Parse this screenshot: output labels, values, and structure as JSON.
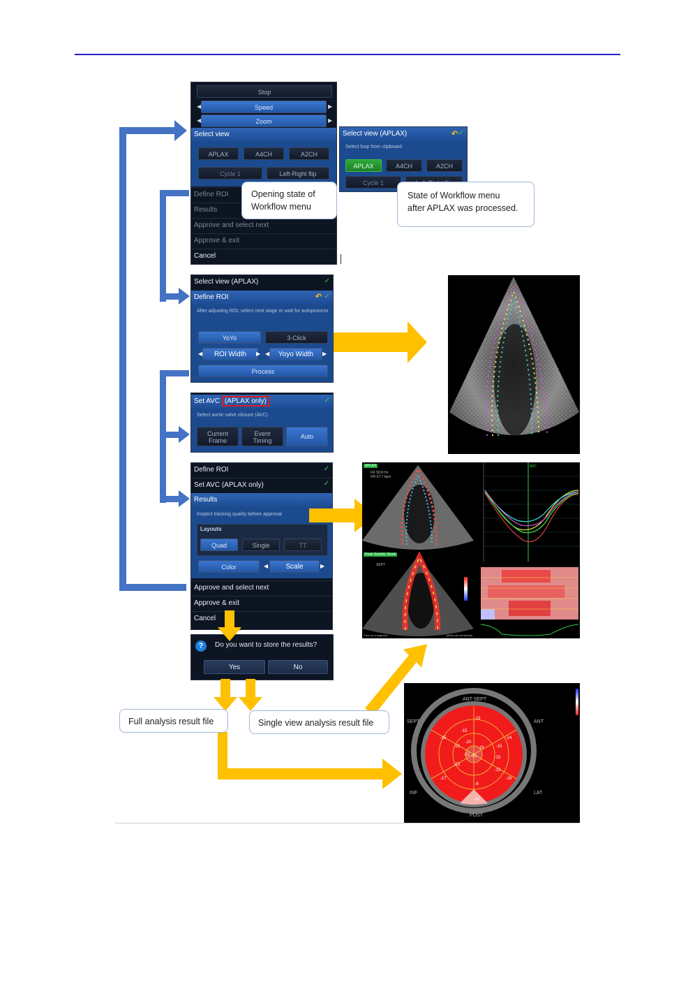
{
  "colors": {
    "flow_arrow": "#4472c4",
    "result_arrow": "#ffc000",
    "panel_bg": "#0d1523",
    "highlight": "#2f64b4",
    "check": "#3ad13a"
  },
  "panel1": {
    "stop": "Stop",
    "speed": "Speed",
    "zoom": "Zoom",
    "select_view": "Select view",
    "aplax": "APLAX",
    "a4ch": "A4CH",
    "a2ch": "A2CH",
    "cycle": "Cycle 1",
    "flip": "Left-Right flip",
    "define_roi": "Define ROI",
    "results": "Results",
    "approve_next": "Approve and select next",
    "approve_exit": "Approve & exit",
    "cancel": "Cancel"
  },
  "callout_opening": {
    "line1": "Opening state of",
    "line2": "Workflow menu"
  },
  "panel2": {
    "title": "Select view (APLAX)",
    "hint": "Select loop from clipboard",
    "aplax": "APLAX",
    "a4ch": "A4CH",
    "a2ch": "A2CH",
    "cycle": "Cycle 1",
    "flip": "Left-Right flip"
  },
  "callout_processed": {
    "line1": "State of Workflow menu",
    "line2": "after APLAX was processed."
  },
  "panel3": {
    "select_view": "Select view (APLAX)",
    "define_roi": "Define ROI",
    "hint": "After adjusting ROI, select next stage or wait for autoprocess",
    "yoyo": "YoYo",
    "click3": "3-Click",
    "roi_width": "ROI Width",
    "yoyo_width": "Yoyo Width",
    "process": "Process"
  },
  "panel4": {
    "title_a": "Set AVC ",
    "title_b": "(APLAX only)",
    "hint": "Select aortic valve closure (AVC)",
    "current_frame_1": "Current",
    "current_frame_2": "Frame",
    "event_timing_1": "Event",
    "event_timing_2": "Timing",
    "auto": "Auto"
  },
  "panel5": {
    "define_roi": "Define ROI",
    "set_avc": "Set AVC (APLAX only)",
    "results": "Results",
    "hint": "Inspect tracking quality before approval",
    "layouts": "Layouts",
    "quad": "Quad",
    "single": "Single",
    "tt": "TT",
    "color": "Color",
    "scale": "Scale",
    "approve_next": "Approve and select next",
    "approve_exit": "Approve & exit",
    "cancel": "Cancel"
  },
  "dialog": {
    "question": "Do you want to store the results?",
    "yes": "Yes",
    "no": "No",
    "icon": "?"
  },
  "callout_full": {
    "text": "Full analysis result file"
  },
  "callout_single": {
    "text": "Single view analysis result file"
  },
  "bullseye": {
    "labels": {
      "top": "ANT SEPT",
      "ant": "ANT",
      "sept": "SEPT",
      "inf": "INF",
      "lat": "LAT",
      "post": "POST"
    },
    "values": [
      "-13",
      "-15",
      "-15",
      "-24",
      "-21",
      "-20",
      "-15",
      "-19",
      "-21",
      "-21",
      "-15",
      "-22",
      "-12",
      "-17",
      "-16",
      "-10",
      "-8"
    ]
  },
  "quad": {
    "tl_tag": "APLAX",
    "tl_info1": "FR 58.8 Hz",
    "tl_info2": "HR 67.7 bpm",
    "bl_tag": "Peak Systolic Strain",
    "bl_sept": "SEPT",
    "bl_footer1": "Click on a segment",
    "bl_footer2": "Values are temporary",
    "tr_tag": "AVC"
  }
}
